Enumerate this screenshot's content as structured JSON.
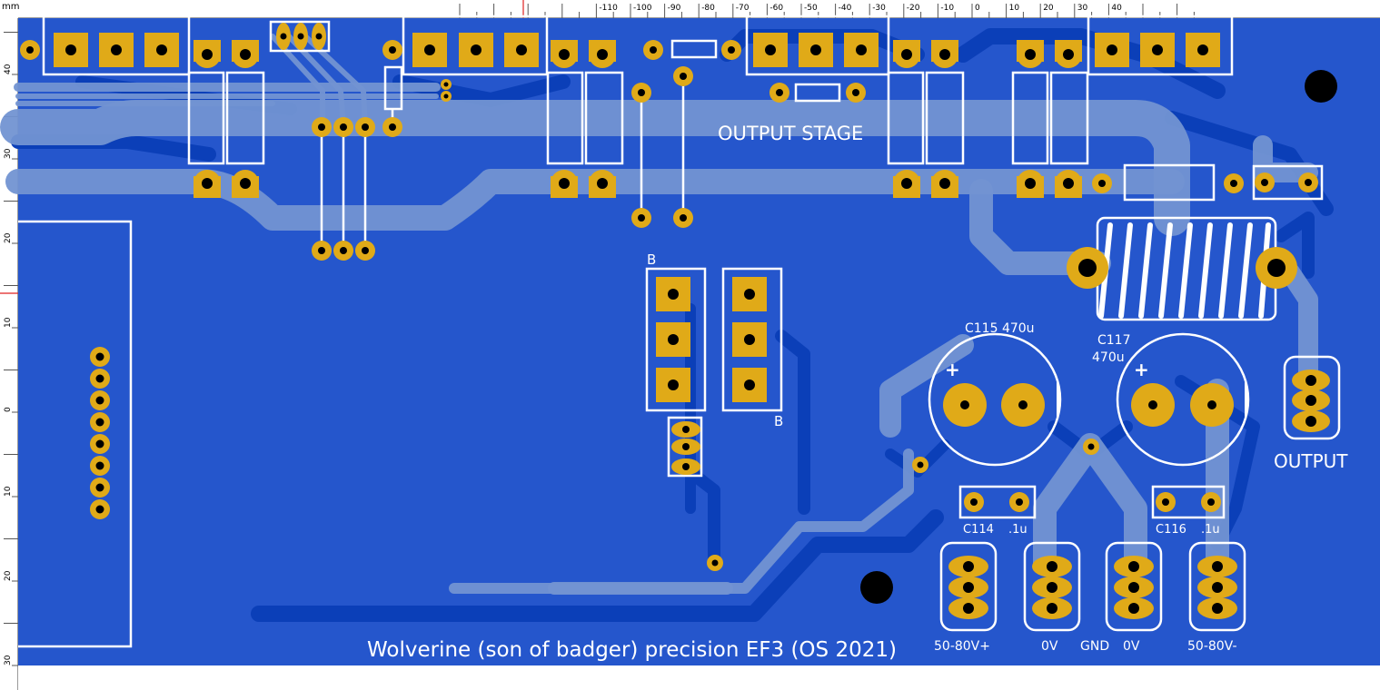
{
  "app": {
    "unit": "mm"
  },
  "ruler": {
    "top_ticks": [
      "-110",
      "-100",
      "-90",
      "-80",
      "-70",
      "-60",
      "-50",
      "-40",
      "-30",
      "-20",
      "-10",
      "0",
      "10",
      "20",
      "30",
      "40"
    ],
    "left_ticks": [
      "40",
      "30",
      "20",
      "10",
      "0",
      "10",
      "20",
      "30"
    ]
  },
  "board": {
    "title": "OUTPUT STAGE",
    "footer": "Wolverine (son of badger) precision EF3 (OS 2021)",
    "labels": {
      "b_left": "B",
      "b_right": "B",
      "output": "OUTPUT",
      "c115": "C115 470u",
      "c117": "C117",
      "c117_value": "470u",
      "plus1": "+",
      "plus2": "+",
      "c114": "C114",
      "c114_value": ".1u",
      "c116": "C116",
      "c116_value": ".1u",
      "v_plus": "50-80V+",
      "zero_v1": "0V",
      "gnd": "GND",
      "zero_v2": "0V",
      "v_minus": "50-80V-"
    }
  },
  "colors": {
    "board": "#2556cc",
    "copper_pour": "#0b3fb8",
    "trace": "#7293d2",
    "pad": "#e0aa18",
    "silk": "#ffffff",
    "drill": "#000000"
  }
}
